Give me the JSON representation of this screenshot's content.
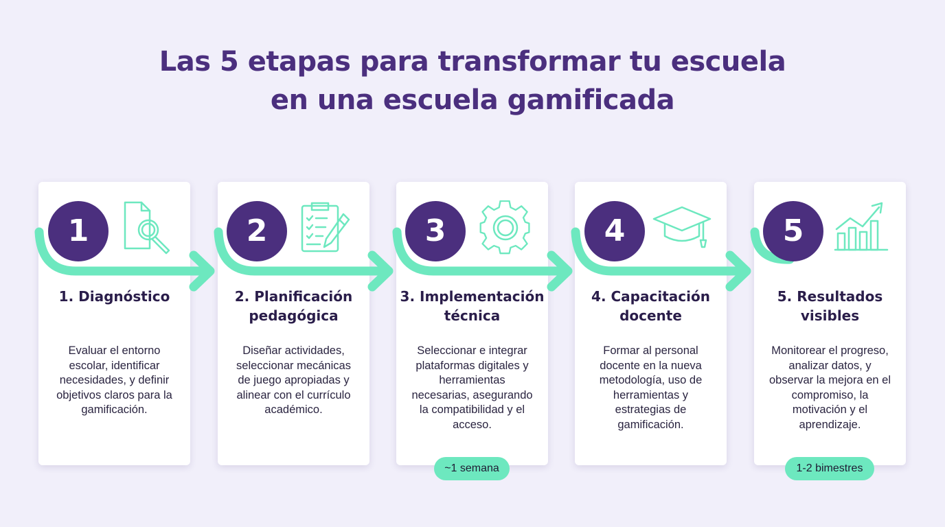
{
  "title": {
    "line1": "Las 5 etapas para transformar tu escuela",
    "line2": "en una escuela gamificada"
  },
  "colors": {
    "background": "#f1effa",
    "primary": "#4b2f7e",
    "accent": "#6de8bf",
    "card": "#ffffff"
  },
  "steps": [
    {
      "number": "1",
      "icon": "document-search-icon",
      "title_lines": [
        "1. Diagnóstico"
      ],
      "text_lines": [
        "Evaluar el entorno",
        "escolar, identificar",
        "necesidades, y definir",
        "objetivos claros para la",
        "gamificación."
      ],
      "badge": ""
    },
    {
      "number": "2",
      "icon": "clipboard-checklist-icon",
      "title_lines": [
        "2. Planificación",
        "pedagógica"
      ],
      "text_lines": [
        "Diseñar actividades,",
        "seleccionar mecánicas",
        "de juego apropiadas y",
        "alinear con el currículo",
        "académico."
      ],
      "badge": ""
    },
    {
      "number": "3",
      "icon": "gear-icon",
      "title_lines": [
        "3. Implementación",
        "técnica"
      ],
      "text_lines": [
        "Seleccionar e integrar",
        "plataformas digitales y",
        "herramientas",
        "necesarias, asegurando",
        "la compatibilidad y el",
        "acceso."
      ],
      "badge": "~1 semana"
    },
    {
      "number": "4",
      "icon": "graduation-cap-icon",
      "title_lines": [
        "4. Capacitación",
        "docente"
      ],
      "text_lines": [
        "Formar al personal",
        "docente en la nueva",
        "metodología, uso de",
        "herramientas y",
        "estrategias de",
        "gamificación."
      ],
      "badge": ""
    },
    {
      "number": "5",
      "icon": "growth-chart-icon",
      "title_lines": [
        "5. Resultados",
        "visibles"
      ],
      "text_lines": [
        "Monitorear el progreso,",
        "analizar datos, y",
        "observar la mejora en el",
        "compromiso, la",
        "motivación y el",
        "aprendizaje."
      ],
      "badge": "1-2 bimestres"
    }
  ]
}
